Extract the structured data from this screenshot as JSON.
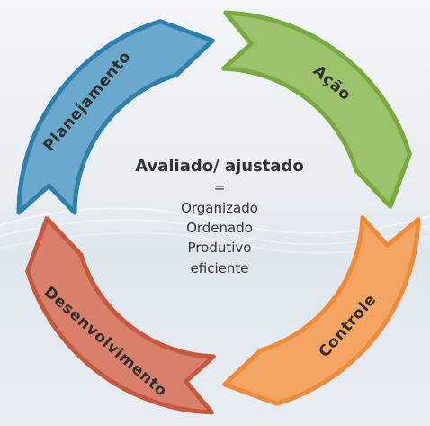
{
  "cycle": {
    "stages": [
      {
        "label": "Planejamento",
        "color": "#6aa9cc",
        "stroke": "#2d7fb0"
      },
      {
        "label": "Ação",
        "color": "#9cc26b",
        "stroke": "#79aa3f"
      },
      {
        "label": "Controle",
        "color": "#f4a463",
        "stroke": "#ee8b3b"
      },
      {
        "label": "Desenvolvimento",
        "color": "#d9806a",
        "stroke": "#c5583e"
      }
    ]
  },
  "center": {
    "title": "Avaliado/ ajustado",
    "equals": "=",
    "lines": [
      "Organizado",
      "Ordenado",
      "Produtivo",
      "eficiente"
    ]
  }
}
